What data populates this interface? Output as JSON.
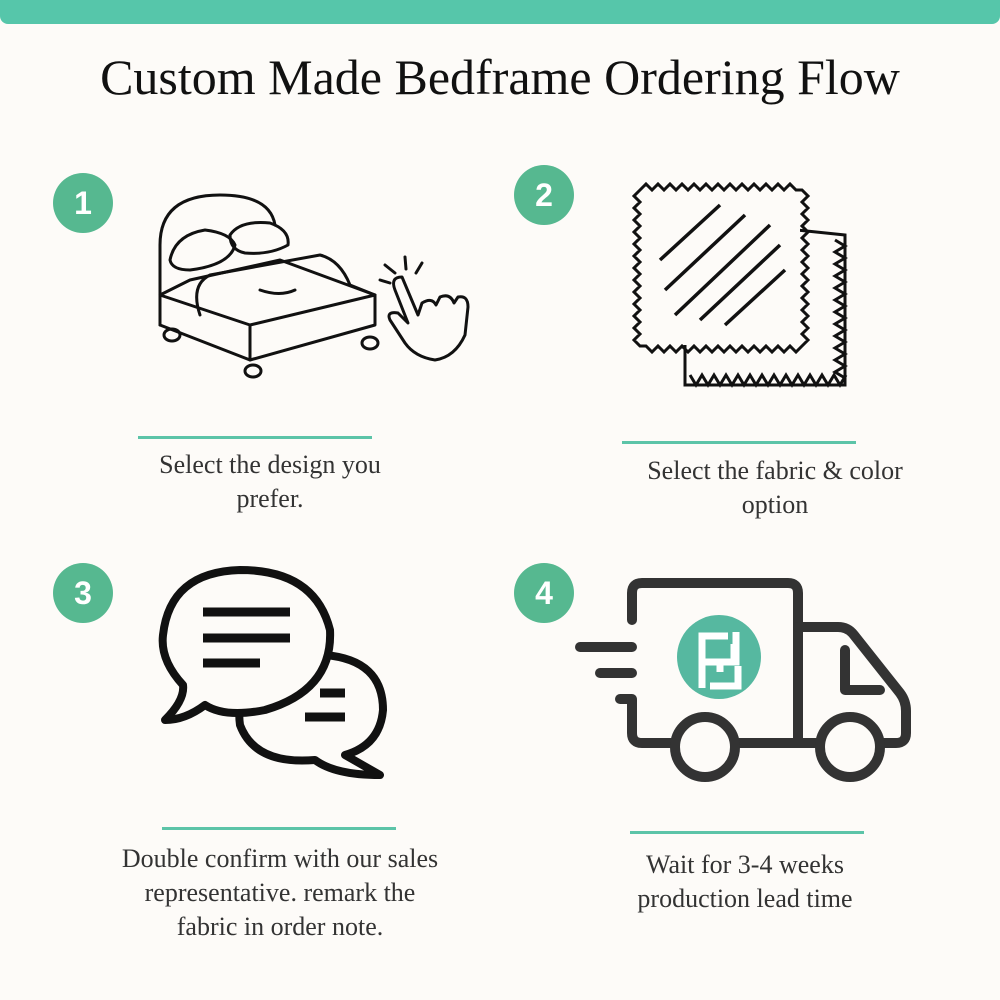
{
  "title": "Custom Made Bedframe Ordering Flow",
  "colors": {
    "accent": "#56c6aa",
    "badge": "#56b890",
    "background": "#fdfbf8"
  },
  "steps": [
    {
      "number": "1",
      "icon": "bed-with-pointer-icon",
      "caption_lines": [
        "Select the design you",
        "prefer."
      ]
    },
    {
      "number": "2",
      "icon": "fabric-swatch-icon",
      "caption_lines": [
        "Select the fabric & color",
        "option"
      ]
    },
    {
      "number": "3",
      "icon": "chat-bubbles-icon",
      "caption_lines": [
        "Double confirm with our sales",
        "representative. remark the",
        "fabric in order note."
      ]
    },
    {
      "number": "4",
      "icon": "delivery-truck-icon",
      "caption_lines": [
        "Wait for 3-4 weeks",
        "production lead time"
      ]
    }
  ],
  "logo_text": "FJ"
}
